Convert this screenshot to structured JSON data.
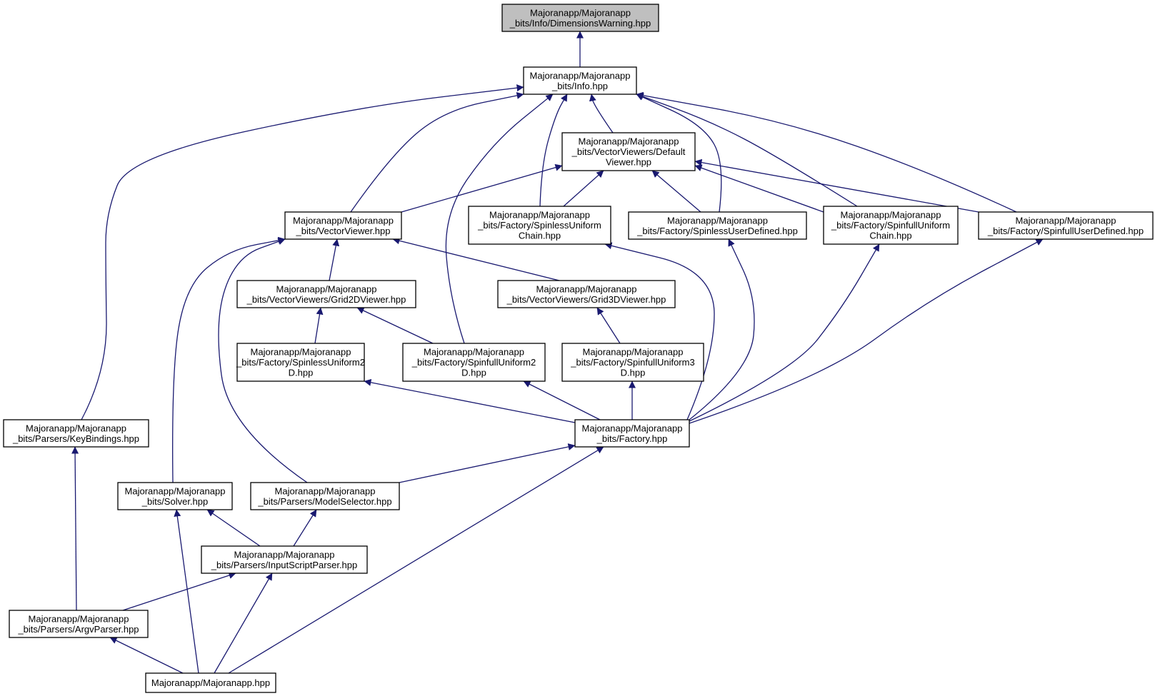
{
  "graph": {
    "style": {
      "edge_color": "#191970",
      "node_fill": "#ffffff",
      "root_fill": "#bfbfbf",
      "border_color": "#000000"
    },
    "nodes": [
      {
        "id": "dimensions-warning",
        "lines": [
          "Majoranapp/Majoranapp",
          "_bits/Info/DimensionsWarning.hpp"
        ],
        "root": true
      },
      {
        "id": "info",
        "lines": [
          "Majoranapp/Majoranapp",
          "_bits/Info.hpp"
        ]
      },
      {
        "id": "default-viewer",
        "lines": [
          "Majoranapp/Majoranapp",
          "_bits/VectorViewers/Default",
          "Viewer.hpp"
        ]
      },
      {
        "id": "vector-viewer",
        "lines": [
          "Majoranapp/Majoranapp",
          "_bits/VectorViewer.hpp"
        ]
      },
      {
        "id": "spinless-uniform-chain",
        "lines": [
          "Majoranapp/Majoranapp",
          "_bits/Factory/SpinlessUniform",
          "Chain.hpp"
        ]
      },
      {
        "id": "spinless-user-defined",
        "lines": [
          "Majoranapp/Majoranapp",
          "_bits/Factory/SpinlessUserDefined.hpp"
        ]
      },
      {
        "id": "spinfull-uniform-chain",
        "lines": [
          "Majoranapp/Majoranapp",
          "_bits/Factory/SpinfullUniform",
          "Chain.hpp"
        ]
      },
      {
        "id": "spinfull-user-defined",
        "lines": [
          "Majoranapp/Majoranapp",
          "_bits/Factory/SpinfullUserDefined.hpp"
        ]
      },
      {
        "id": "grid2d-viewer",
        "lines": [
          "Majoranapp/Majoranapp",
          "_bits/VectorViewers/Grid2DViewer.hpp"
        ]
      },
      {
        "id": "grid3d-viewer",
        "lines": [
          "Majoranapp/Majoranapp",
          "_bits/VectorViewers/Grid3DViewer.hpp"
        ]
      },
      {
        "id": "spinless-uniform-2d",
        "lines": [
          "Majoranapp/Majoranapp",
          "_bits/Factory/SpinlessUniform2",
          "D.hpp"
        ]
      },
      {
        "id": "spinfull-uniform-2d",
        "lines": [
          "Majoranapp/Majoranapp",
          "_bits/Factory/SpinfullUniform2",
          "D.hpp"
        ]
      },
      {
        "id": "spinfull-uniform-3d",
        "lines": [
          "Majoranapp/Majoranapp",
          "_bits/Factory/SpinfullUniform3",
          "D.hpp"
        ]
      },
      {
        "id": "key-bindings",
        "lines": [
          "Majoranapp/Majoranapp",
          "_bits/Parsers/KeyBindings.hpp"
        ]
      },
      {
        "id": "factory",
        "lines": [
          "Majoranapp/Majoranapp",
          "_bits/Factory.hpp"
        ]
      },
      {
        "id": "solver",
        "lines": [
          "Majoranapp/Majoranapp",
          "_bits/Solver.hpp"
        ]
      },
      {
        "id": "model-selector",
        "lines": [
          "Majoranapp/Majoranapp",
          "_bits/Parsers/ModelSelector.hpp"
        ]
      },
      {
        "id": "input-script-parser",
        "lines": [
          "Majoranapp/Majoranapp",
          "_bits/Parsers/InputScriptParser.hpp"
        ]
      },
      {
        "id": "argv-parser",
        "lines": [
          "Majoranapp/Majoranapp",
          "_bits/Parsers/ArgvParser.hpp"
        ]
      },
      {
        "id": "majoranapp",
        "lines": [
          "Majoranapp/Majoranapp.hpp"
        ]
      }
    ],
    "edges": [
      {
        "from": "info",
        "to": "dimensions-warning"
      },
      {
        "from": "default-viewer",
        "to": "info"
      },
      {
        "from": "vector-viewer",
        "to": "info"
      },
      {
        "from": "spinless-uniform-chain",
        "to": "info"
      },
      {
        "from": "spinless-user-defined",
        "to": "info"
      },
      {
        "from": "spinfull-uniform-chain",
        "to": "info"
      },
      {
        "from": "spinfull-user-defined",
        "to": "info"
      },
      {
        "from": "key-bindings",
        "to": "info"
      },
      {
        "from": "spinfull-uniform-2d",
        "to": "info"
      },
      {
        "from": "vector-viewer",
        "to": "default-viewer"
      },
      {
        "from": "spinless-uniform-chain",
        "to": "default-viewer"
      },
      {
        "from": "spinless-user-defined",
        "to": "default-viewer"
      },
      {
        "from": "spinfull-uniform-chain",
        "to": "default-viewer"
      },
      {
        "from": "spinfull-user-defined",
        "to": "default-viewer"
      },
      {
        "from": "grid2d-viewer",
        "to": "vector-viewer"
      },
      {
        "from": "grid3d-viewer",
        "to": "vector-viewer"
      },
      {
        "from": "solver",
        "to": "vector-viewer"
      },
      {
        "from": "model-selector",
        "to": "vector-viewer"
      },
      {
        "from": "spinless-uniform-2d",
        "to": "grid2d-viewer"
      },
      {
        "from": "spinfull-uniform-2d",
        "to": "grid2d-viewer"
      },
      {
        "from": "spinfull-uniform-3d",
        "to": "grid3d-viewer"
      },
      {
        "from": "factory",
        "to": "spinless-uniform-chain"
      },
      {
        "from": "factory",
        "to": "spinless-user-defined"
      },
      {
        "from": "factory",
        "to": "spinfull-uniform-chain"
      },
      {
        "from": "factory",
        "to": "spinfull-user-defined"
      },
      {
        "from": "factory",
        "to": "spinless-uniform-2d"
      },
      {
        "from": "factory",
        "to": "spinfull-uniform-2d"
      },
      {
        "from": "factory",
        "to": "spinfull-uniform-3d"
      },
      {
        "from": "model-selector",
        "to": "factory"
      },
      {
        "from": "majoranapp",
        "to": "factory"
      },
      {
        "from": "argv-parser",
        "to": "key-bindings"
      },
      {
        "from": "input-script-parser",
        "to": "solver"
      },
      {
        "from": "majoranapp",
        "to": "solver"
      },
      {
        "from": "input-script-parser",
        "to": "model-selector"
      },
      {
        "from": "argv-parser",
        "to": "input-script-parser"
      },
      {
        "from": "majoranapp",
        "to": "input-script-parser"
      },
      {
        "from": "majoranapp",
        "to": "argv-parser"
      }
    ]
  }
}
